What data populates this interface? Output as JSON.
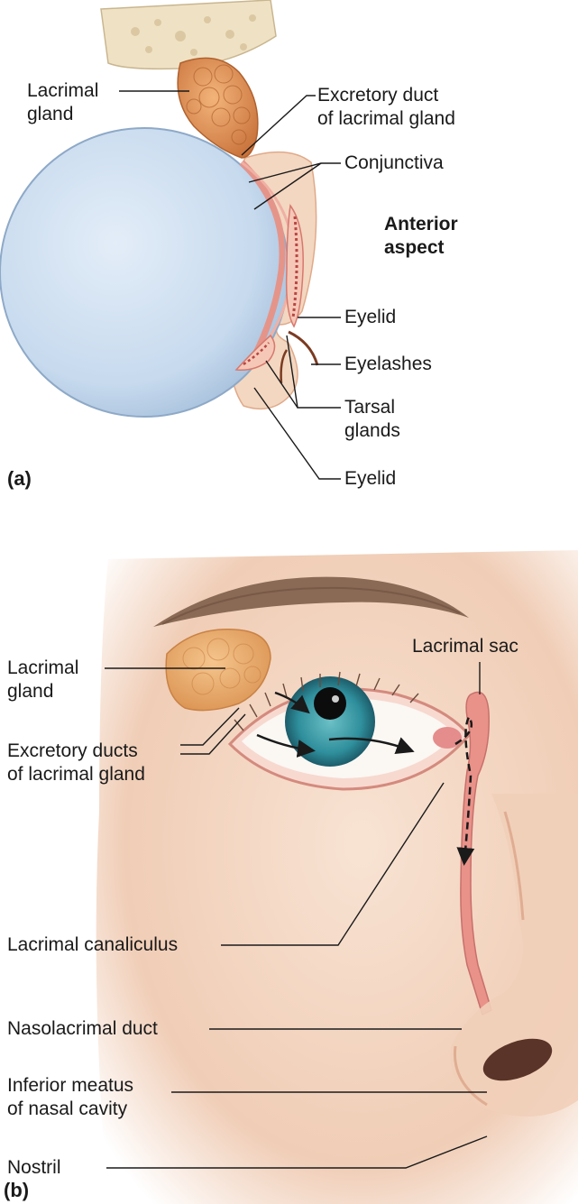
{
  "panel_a": {
    "panel_label": "(a)",
    "labels": {
      "lacrimal_gland": "Lacrimal\ngland",
      "excretory_duct": "Excretory duct\nof lacrimal gland",
      "conjunctiva": "Conjunctiva",
      "anterior_aspect": "Anterior\naspect",
      "eyelid_upper": "Eyelid",
      "eyelashes": "Eyelashes",
      "tarsal_glands": "Tarsal\nglands",
      "eyelid_lower": "Eyelid"
    }
  },
  "panel_b": {
    "panel_label": "(b)",
    "labels": {
      "lacrimal_gland": "Lacrimal\ngland",
      "lacrimal_sac": "Lacrimal sac",
      "excretory_ducts": "Excretory ducts\nof lacrimal gland",
      "lacrimal_canaliculus": "Lacrimal canaliculus",
      "nasolacrimal_duct": "Nasolacrimal duct",
      "inferior_meatus": "Inferior meatus\nof nasal cavity",
      "nostril": "Nostril"
    }
  },
  "colors": {
    "eyeball": "#c9dcef",
    "gland": "#e39a55",
    "bone": "#f1e6c8",
    "skin": "#f2d2bd",
    "conjunctiva": "#e8958e",
    "iris": "#2f8f9c"
  }
}
